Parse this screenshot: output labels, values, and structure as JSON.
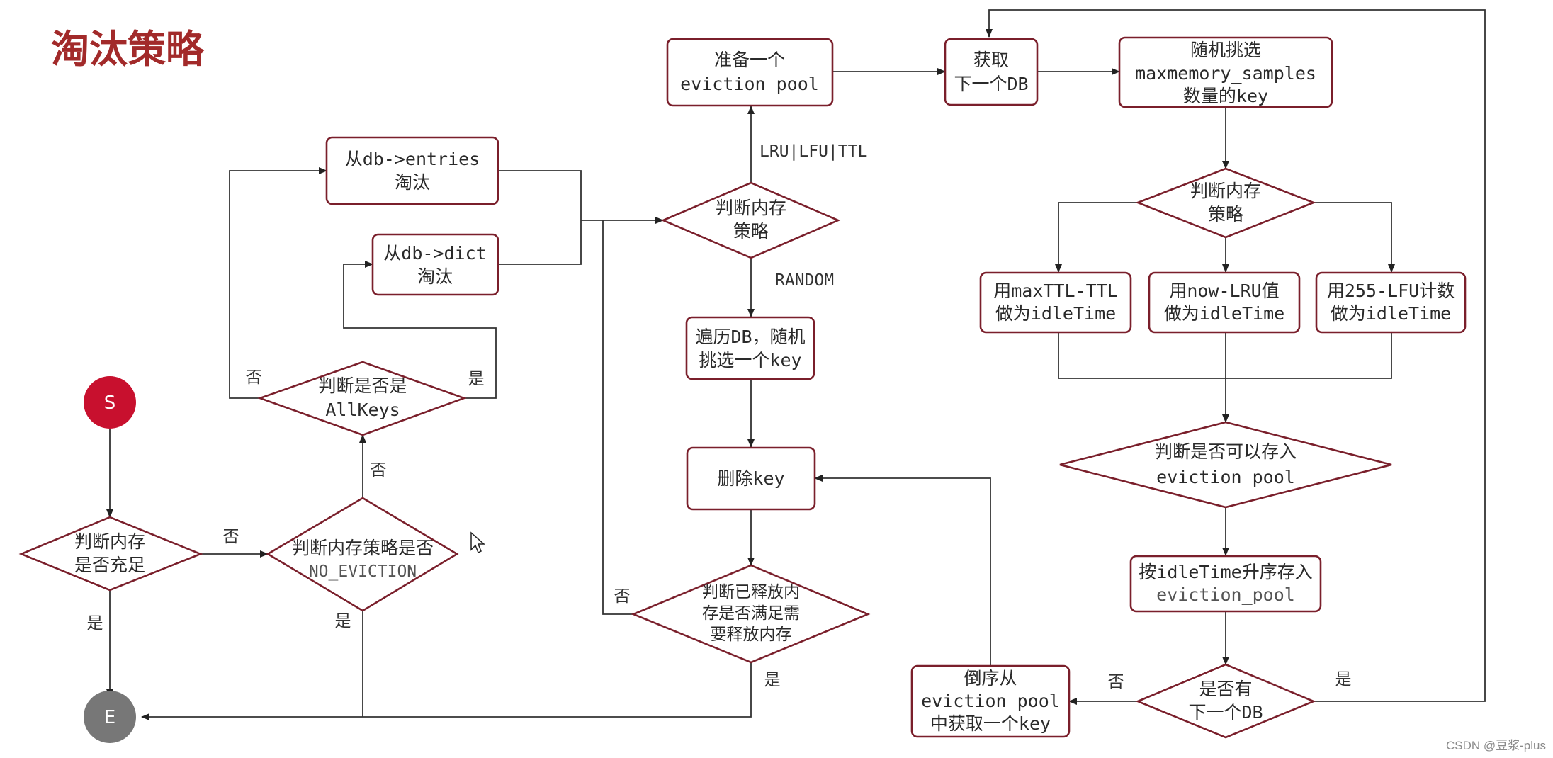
{
  "title": "淘汰策略",
  "watermark": "CSDN @豆浆-plus",
  "colors": {
    "node_border": "#7a1f2b",
    "title": "#a22a2a",
    "start": "#c8102e",
    "end": "#777777",
    "edge": "#333333"
  },
  "nodes": {
    "start": "S",
    "end": "E",
    "mem_enough": [
      "判断内存",
      "是否充足"
    ],
    "no_eviction": [
      "判断内存策略是否",
      "NO_EVICTION"
    ],
    "all_keys": [
      "判断是否是",
      "AllKeys"
    ],
    "from_entries": [
      "从db->entries",
      "淘汰"
    ],
    "from_dict": [
      "从db->dict",
      "淘汰"
    ],
    "policy_check": [
      "判断内存",
      "策略"
    ],
    "prepare_pool": [
      "准备一个",
      "eviction_pool"
    ],
    "traverse_random": [
      "遍历DB，随机",
      "挑选一个key"
    ],
    "delete_key": [
      "删除key"
    ],
    "released_enough": [
      "判断已释放内",
      "存是否满足需",
      "要释放内存"
    ],
    "next_db": [
      "获取",
      "下一个DB"
    ],
    "sample_keys": [
      "随机挑选",
      "maxmemory_samples",
      "数量的key"
    ],
    "policy_check2": [
      "判断内存",
      "策略"
    ],
    "ttl_idle": [
      "用maxTTL-TTL",
      "做为idleTime"
    ],
    "lru_idle": [
      "用now-LRU值",
      "做为idleTime"
    ],
    "lfu_idle": [
      "用255-LFU计数",
      "做为idleTime"
    ],
    "can_store": [
      "判断是否可以存入",
      "eviction_pool"
    ],
    "store_sorted": [
      "按idleTime升序存入",
      "eviction_pool"
    ],
    "has_next_db": [
      "是否有",
      "下一个DB"
    ],
    "take_from_pool": [
      "倒序从",
      "eviction_pool",
      "中获取一个key"
    ]
  },
  "edge_labels": {
    "mem_no": "否",
    "mem_yes": "是",
    "noev_no": "否",
    "noev_yes": "是",
    "allkeys_no": "否",
    "allkeys_yes": "是",
    "lru_lfu_ttl": "LRU|LFU|TTL",
    "random": "RANDOM",
    "released_no": "否",
    "released_yes": "是",
    "next_no": "否",
    "next_yes": "是"
  }
}
